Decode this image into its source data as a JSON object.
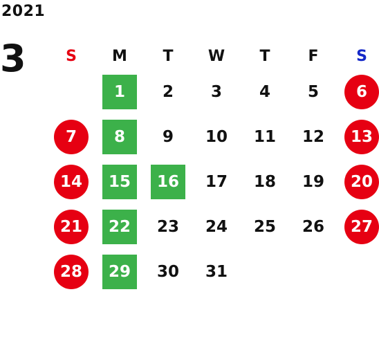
{
  "year": "2021",
  "month": "3",
  "weekdays": [
    "S",
    "M",
    "T",
    "W",
    "T",
    "F",
    "S"
  ],
  "colors": {
    "sunday": "#e60012",
    "saturday": "#1428c8",
    "holiday_circle": "#e60012",
    "highlight_square": "#3cb14a"
  },
  "weeks": [
    [
      {
        "d": ""
      },
      {
        "d": "1",
        "mark": "square"
      },
      {
        "d": "2"
      },
      {
        "d": "3"
      },
      {
        "d": "4"
      },
      {
        "d": "5"
      },
      {
        "d": "6",
        "mark": "circle"
      }
    ],
    [
      {
        "d": "7",
        "mark": "circle"
      },
      {
        "d": "8",
        "mark": "square"
      },
      {
        "d": "9"
      },
      {
        "d": "10"
      },
      {
        "d": "11"
      },
      {
        "d": "12"
      },
      {
        "d": "13",
        "mark": "circle"
      }
    ],
    [
      {
        "d": "14",
        "mark": "circle"
      },
      {
        "d": "15",
        "mark": "square"
      },
      {
        "d": "16",
        "mark": "square"
      },
      {
        "d": "17"
      },
      {
        "d": "18"
      },
      {
        "d": "19"
      },
      {
        "d": "20",
        "mark": "circle"
      }
    ],
    [
      {
        "d": "21",
        "mark": "circle"
      },
      {
        "d": "22",
        "mark": "square"
      },
      {
        "d": "23"
      },
      {
        "d": "24"
      },
      {
        "d": "25"
      },
      {
        "d": "26"
      },
      {
        "d": "27",
        "mark": "circle"
      }
    ],
    [
      {
        "d": "28",
        "mark": "circle"
      },
      {
        "d": "29",
        "mark": "square"
      },
      {
        "d": "30"
      },
      {
        "d": "31"
      },
      {
        "d": ""
      },
      {
        "d": ""
      },
      {
        "d": ""
      }
    ]
  ]
}
